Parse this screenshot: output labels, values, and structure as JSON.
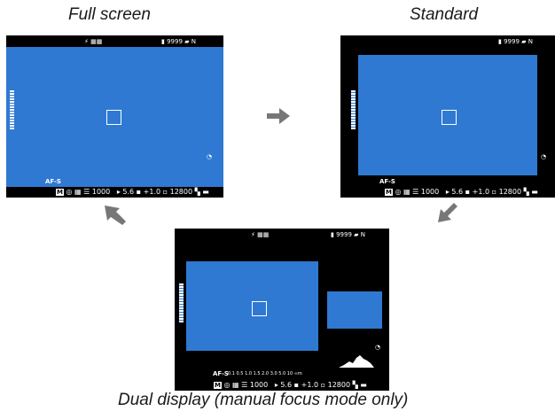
{
  "captions": {
    "full": "Full screen",
    "standard": "Standard",
    "dual": "Dual display (manual focus mode only)"
  },
  "hud": {
    "shots": "9999",
    "quality": "N",
    "focus_mode": "AF-S",
    "mode": "M",
    "shutter": "1000",
    "aperture": "5.6",
    "exposure": "+1.0",
    "iso": "12800",
    "distance_scale": "0.1 0.5  1.0  1.5  2.0  3.0  5.0  10 ∞m"
  },
  "colors": {
    "live_view": "#2f79d2",
    "arrow": "#777777",
    "frame": "#000000"
  },
  "icons": [
    "right-arrow-icon",
    "down-left-arrow-icon",
    "up-left-arrow-icon",
    "histogram-icon",
    "battery-icon"
  ]
}
